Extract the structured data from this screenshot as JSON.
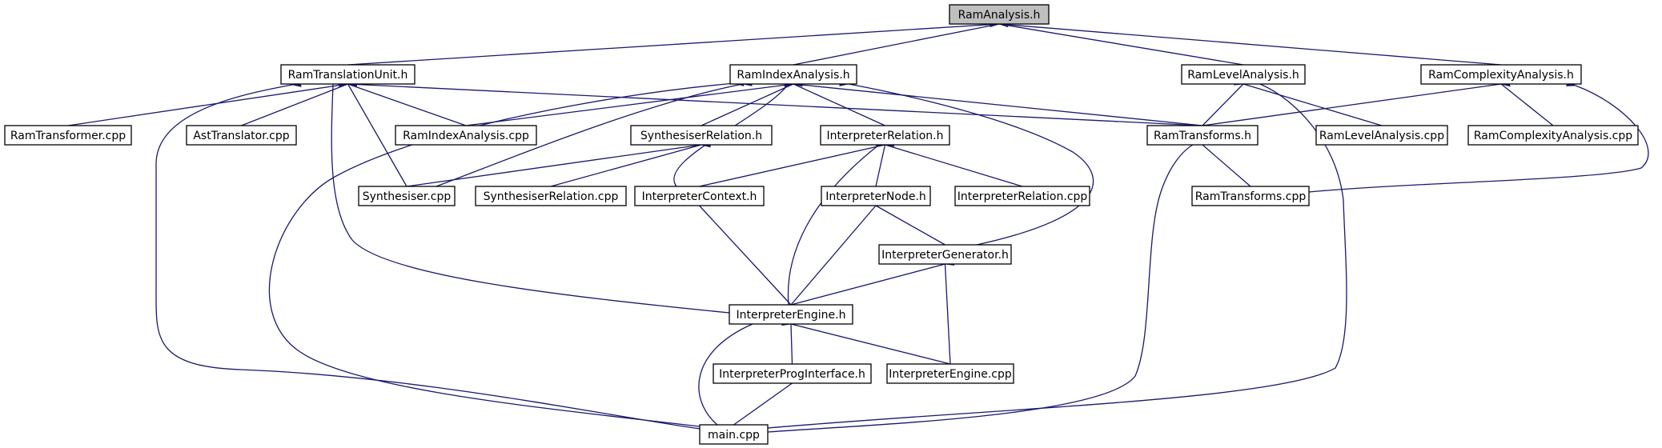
{
  "diagram": {
    "root": "ram-analysis-h",
    "colors": {
      "edge": "#191970",
      "node_fill": "#ffffff",
      "root_fill": "#bfbfbf",
      "text": "#000000"
    },
    "nodes": [
      {
        "id": "ram-analysis-h",
        "label": "RamAnalysis.h"
      },
      {
        "id": "ram-translation-unit-h",
        "label": "RamTranslationUnit.h"
      },
      {
        "id": "ram-index-analysis-h",
        "label": "RamIndexAnalysis.h"
      },
      {
        "id": "ram-level-analysis-h",
        "label": "RamLevelAnalysis.h"
      },
      {
        "id": "ram-complexity-analysis-h",
        "label": "RamComplexityAnalysis.h"
      },
      {
        "id": "ram-transformer-cpp",
        "label": "RamTransformer.cpp"
      },
      {
        "id": "ast-translator-cpp",
        "label": "AstTranslator.cpp"
      },
      {
        "id": "ram-index-analysis-cpp",
        "label": "RamIndexAnalysis.cpp"
      },
      {
        "id": "synthesiser-relation-h",
        "label": "SynthesiserRelation.h"
      },
      {
        "id": "interpreter-relation-h",
        "label": "InterpreterRelation.h"
      },
      {
        "id": "ram-transforms-h",
        "label": "RamTransforms.h"
      },
      {
        "id": "ram-level-analysis-cpp",
        "label": "RamLevelAnalysis.cpp"
      },
      {
        "id": "ram-complexity-analysis-cpp",
        "label": "RamComplexityAnalysis.cpp"
      },
      {
        "id": "synthesiser-cpp",
        "label": "Synthesiser.cpp"
      },
      {
        "id": "synthesiser-relation-cpp",
        "label": "SynthesiserRelation.cpp"
      },
      {
        "id": "interpreter-context-h",
        "label": "InterpreterContext.h"
      },
      {
        "id": "interpreter-node-h",
        "label": "InterpreterNode.h"
      },
      {
        "id": "interpreter-relation-cpp",
        "label": "InterpreterRelation.cpp"
      },
      {
        "id": "ram-transforms-cpp",
        "label": "RamTransforms.cpp"
      },
      {
        "id": "interpreter-generator-h",
        "label": "InterpreterGenerator.h"
      },
      {
        "id": "interpreter-engine-h",
        "label": "InterpreterEngine.h"
      },
      {
        "id": "interpreter-prog-interface-h",
        "label": "InterpreterProgInterface.h"
      },
      {
        "id": "interpreter-engine-cpp",
        "label": "InterpreterEngine.cpp"
      },
      {
        "id": "main-cpp",
        "label": "main.cpp"
      }
    ],
    "edges": [
      {
        "from": "ram-analysis-h",
        "to": "ram-translation-unit-h"
      },
      {
        "from": "ram-analysis-h",
        "to": "ram-index-analysis-h"
      },
      {
        "from": "ram-analysis-h",
        "to": "ram-level-analysis-h"
      },
      {
        "from": "ram-analysis-h",
        "to": "ram-complexity-analysis-h"
      },
      {
        "from": "ram-translation-unit-h",
        "to": "ram-transformer-cpp"
      },
      {
        "from": "ram-translation-unit-h",
        "to": "ast-translator-cpp"
      },
      {
        "from": "ram-translation-unit-h",
        "to": "ram-index-analysis-cpp"
      },
      {
        "from": "ram-translation-unit-h",
        "to": "synthesiser-cpp"
      },
      {
        "from": "ram-translation-unit-h",
        "to": "main-cpp"
      },
      {
        "from": "ram-translation-unit-h",
        "to": "interpreter-engine-h"
      },
      {
        "from": "ram-translation-unit-h",
        "to": "ram-transforms-h"
      },
      {
        "from": "ram-index-analysis-h",
        "to": "ram-index-analysis-cpp"
      },
      {
        "from": "ram-index-analysis-h",
        "to": "synthesiser-relation-h"
      },
      {
        "from": "ram-index-analysis-h",
        "to": "interpreter-relation-h"
      },
      {
        "from": "ram-index-analysis-h",
        "to": "ram-transforms-h"
      },
      {
        "from": "ram-index-analysis-h",
        "to": "synthesiser-cpp"
      },
      {
        "from": "ram-index-analysis-h",
        "to": "interpreter-context-h"
      },
      {
        "from": "ram-index-analysis-h",
        "to": "interpreter-generator-h"
      },
      {
        "from": "ram-index-analysis-h",
        "to": "main-cpp"
      },
      {
        "from": "ram-level-analysis-h",
        "to": "ram-transforms-h"
      },
      {
        "from": "ram-level-analysis-h",
        "to": "ram-level-analysis-cpp"
      },
      {
        "from": "ram-level-analysis-h",
        "to": "main-cpp"
      },
      {
        "from": "ram-complexity-analysis-h",
        "to": "ram-transforms-h"
      },
      {
        "from": "ram-complexity-analysis-h",
        "to": "ram-complexity-analysis-cpp"
      },
      {
        "from": "ram-complexity-analysis-h",
        "to": "ram-transforms-cpp"
      },
      {
        "from": "synthesiser-relation-h",
        "to": "synthesiser-cpp"
      },
      {
        "from": "synthesiser-relation-h",
        "to": "synthesiser-relation-cpp"
      },
      {
        "from": "interpreter-relation-h",
        "to": "interpreter-context-h"
      },
      {
        "from": "interpreter-relation-h",
        "to": "interpreter-node-h"
      },
      {
        "from": "interpreter-relation-h",
        "to": "interpreter-relation-cpp"
      },
      {
        "from": "interpreter-relation-h",
        "to": "interpreter-engine-h"
      },
      {
        "from": "ram-transforms-h",
        "to": "ram-transforms-cpp"
      },
      {
        "from": "ram-transforms-h",
        "to": "main-cpp"
      },
      {
        "from": "interpreter-context-h",
        "to": "interpreter-engine-h"
      },
      {
        "from": "interpreter-node-h",
        "to": "interpreter-generator-h"
      },
      {
        "from": "interpreter-node-h",
        "to": "interpreter-engine-h"
      },
      {
        "from": "interpreter-generator-h",
        "to": "interpreter-engine-h"
      },
      {
        "from": "interpreter-generator-h",
        "to": "interpreter-engine-cpp"
      },
      {
        "from": "interpreter-engine-h",
        "to": "interpreter-prog-interface-h"
      },
      {
        "from": "interpreter-engine-h",
        "to": "interpreter-engine-cpp"
      },
      {
        "from": "interpreter-engine-h",
        "to": "main-cpp"
      },
      {
        "from": "interpreter-prog-interface-h",
        "to": "main-cpp"
      }
    ]
  }
}
